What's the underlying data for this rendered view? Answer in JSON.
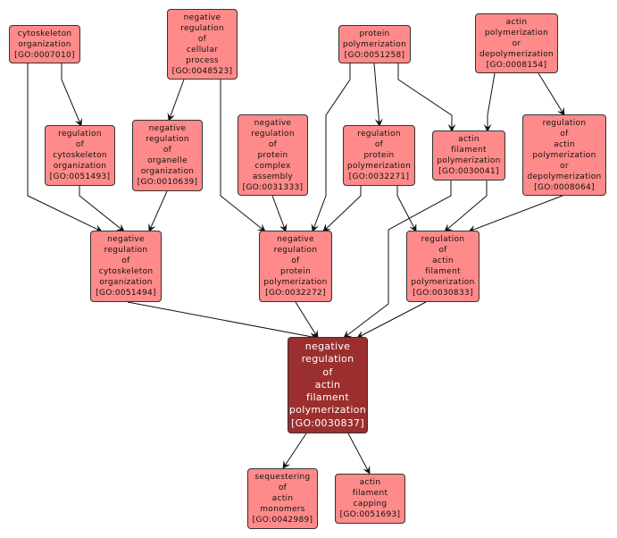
{
  "diagram": {
    "title": "GO term hierarchy: negative regulation of actin filament polymerization",
    "colors": {
      "node_fill": "#ff8a8a",
      "focus_fill": "#9b2f2f",
      "edge": "#111111",
      "border": "#333333"
    },
    "nodes": [
      {
        "id": "GO:0007010",
        "lines": [
          "cytoskeleton",
          "organization",
          "[GO:0007010]"
        ]
      },
      {
        "id": "GO:0048523",
        "lines": [
          "negative",
          "regulation",
          "of",
          "cellular",
          "process",
          "[GO:0048523]"
        ]
      },
      {
        "id": "GO:0051258",
        "lines": [
          "protein",
          "polymerization",
          "[GO:0051258]"
        ]
      },
      {
        "id": "GO:0008154",
        "lines": [
          "actin",
          "polymerization",
          "or",
          "depolymerization",
          "[GO:0008154]"
        ]
      },
      {
        "id": "GO:0051493",
        "lines": [
          "regulation",
          "of",
          "cytoskeleton",
          "organization",
          "[GO:0051493]"
        ]
      },
      {
        "id": "GO:0010639",
        "lines": [
          "negative",
          "regulation",
          "of",
          "organelle",
          "organization",
          "[GO:0010639]"
        ]
      },
      {
        "id": "GO:0031333",
        "lines": [
          "negative",
          "regulation",
          "of",
          "protein",
          "complex",
          "assembly",
          "[GO:0031333]"
        ]
      },
      {
        "id": "GO:0032271",
        "lines": [
          "regulation",
          "of",
          "protein",
          "polymerization",
          "[GO:0032271]"
        ]
      },
      {
        "id": "GO:0030041",
        "lines": [
          "actin",
          "filament",
          "polymerization",
          "[GO:0030041]"
        ]
      },
      {
        "id": "GO:0008064",
        "lines": [
          "regulation",
          "of",
          "actin",
          "polymerization",
          "or",
          "depolymerization",
          "[GO:0008064]"
        ]
      },
      {
        "id": "GO:0051494",
        "lines": [
          "negative",
          "regulation",
          "of",
          "cytoskeleton",
          "organization",
          "[GO:0051494]"
        ]
      },
      {
        "id": "GO:0032272",
        "lines": [
          "negative",
          "regulation",
          "of",
          "protein",
          "polymerization",
          "[GO:0032272]"
        ]
      },
      {
        "id": "GO:0030833",
        "lines": [
          "regulation",
          "of",
          "actin",
          "filament",
          "polymerization",
          "[GO:0030833]"
        ]
      },
      {
        "id": "GO:0030837",
        "focus": true,
        "lines": [
          "negative",
          "regulation",
          "of",
          "actin",
          "filament",
          "polymerization",
          "[GO:0030837]"
        ]
      },
      {
        "id": "GO:0042989",
        "lines": [
          "sequestering",
          "of",
          "actin",
          "monomers",
          "[GO:0042989]"
        ]
      },
      {
        "id": "GO:0051693",
        "lines": [
          "actin",
          "filament",
          "capping",
          "[GO:0051693]"
        ]
      }
    ],
    "edges": [
      {
        "from": "GO:0007010",
        "to": "GO:0051493"
      },
      {
        "from": "GO:0007010",
        "to": "GO:0051494"
      },
      {
        "from": "GO:0048523",
        "to": "GO:0010639"
      },
      {
        "from": "GO:0048523",
        "to": "GO:0032272"
      },
      {
        "from": "GO:0051258",
        "to": "GO:0032271"
      },
      {
        "from": "GO:0051258",
        "to": "GO:0030041"
      },
      {
        "from": "GO:0051258",
        "to": "GO:0032272"
      },
      {
        "from": "GO:0008154",
        "to": "GO:0030041"
      },
      {
        "from": "GO:0008154",
        "to": "GO:0008064"
      },
      {
        "from": "GO:0051493",
        "to": "GO:0051494"
      },
      {
        "from": "GO:0010639",
        "to": "GO:0051494"
      },
      {
        "from": "GO:0031333",
        "to": "GO:0032272"
      },
      {
        "from": "GO:0032271",
        "to": "GO:0032272"
      },
      {
        "from": "GO:0032271",
        "to": "GO:0030833"
      },
      {
        "from": "GO:0030041",
        "to": "GO:0030837"
      },
      {
        "from": "GO:0030041",
        "to": "GO:0030833"
      },
      {
        "from": "GO:0008064",
        "to": "GO:0030833"
      },
      {
        "from": "GO:0051494",
        "to": "GO:0030837"
      },
      {
        "from": "GO:0032272",
        "to": "GO:0030837"
      },
      {
        "from": "GO:0030833",
        "to": "GO:0030837"
      },
      {
        "from": "GO:0030837",
        "to": "GO:0042989"
      },
      {
        "from": "GO:0030837",
        "to": "GO:0051693"
      }
    ]
  }
}
